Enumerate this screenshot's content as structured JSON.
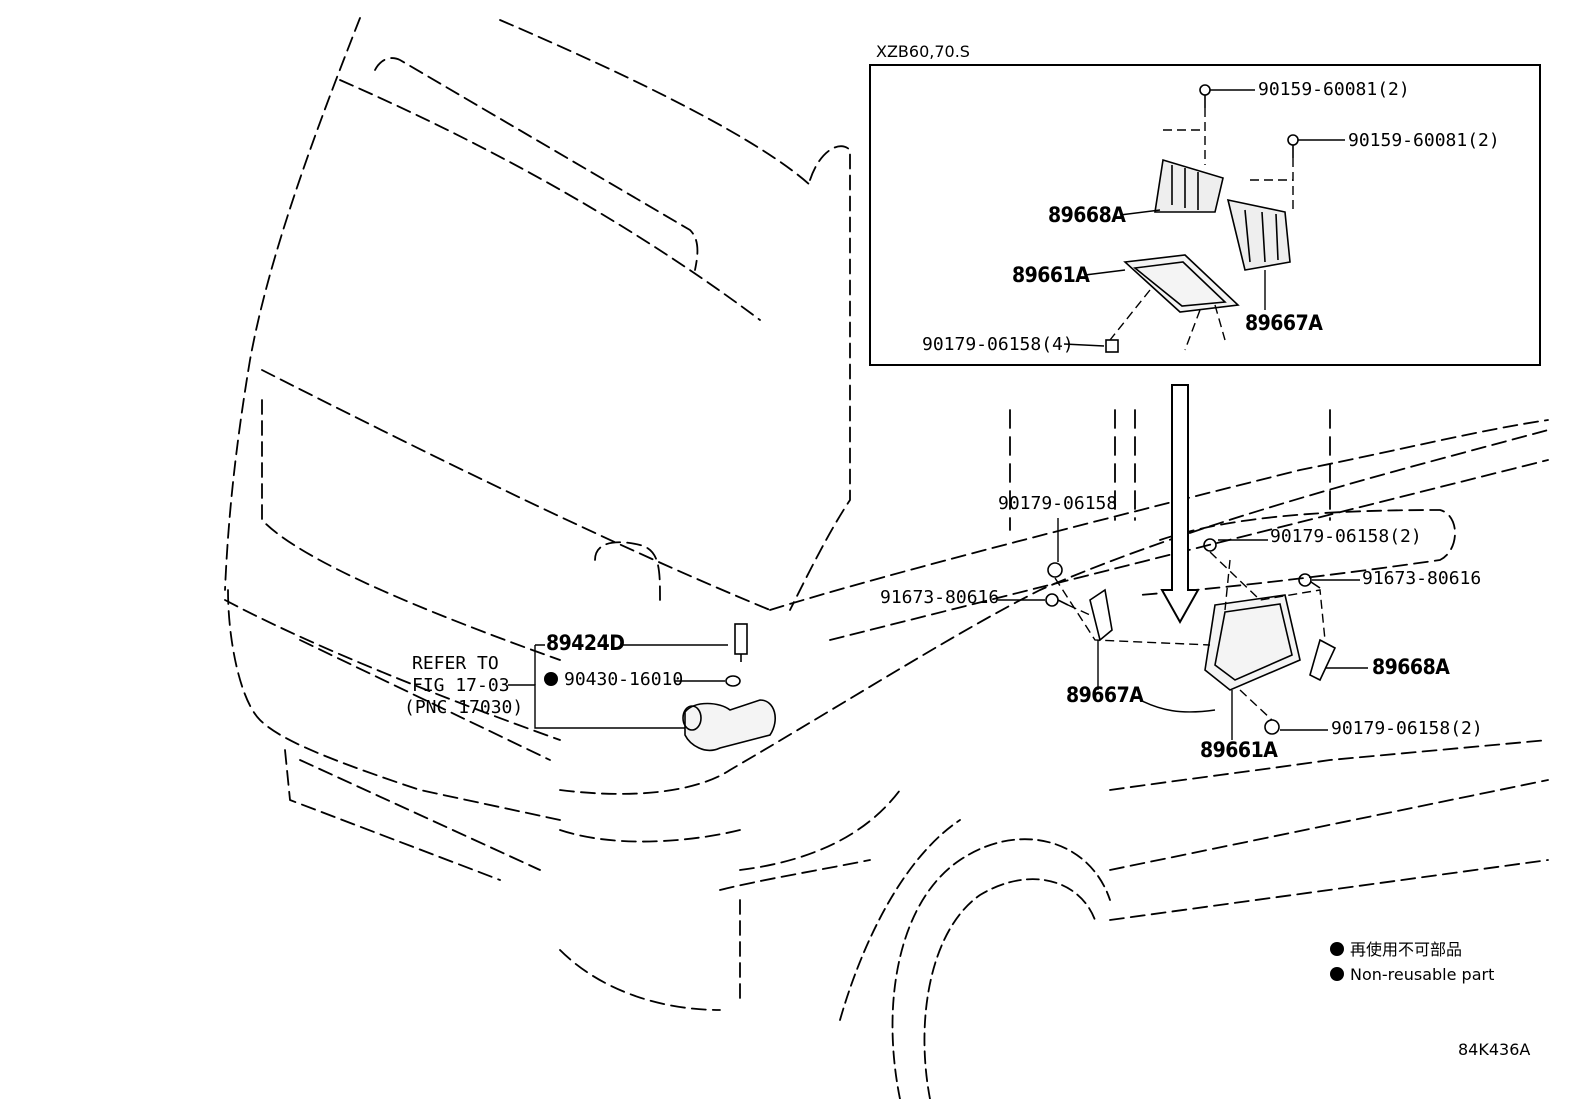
{
  "inset": {
    "title": "XZB60,70.S"
  },
  "callouts": {
    "c_90159_a": "90159-60081(2)",
    "c_90159_b": "90159-60081(2)",
    "c_89668A_inset": "89668A",
    "c_89661A_inset": "89661A",
    "c_89667A_inset": "89667A",
    "c_90179_inset": "90179-06158(4)",
    "c_90179_single": "90179-06158",
    "c_90179_right": "90179-06158(2)",
    "c_91673_left": "91673-80616",
    "c_91673_right": "91673-80616",
    "c_89424D": "89424D",
    "c_90430": "90430-16010",
    "c_89667A_main": "89667A",
    "c_89668A_main": "89668A",
    "c_90179_lower": "90179-06158(2)",
    "c_89661A_main": "89661A"
  },
  "refer": {
    "line1": "REFER TO",
    "line2": "FIG 17-03",
    "line3": "(PNC 17030)"
  },
  "legend": {
    "jp": "再使用不可部品",
    "en": "Non-reusable part"
  },
  "figure_code": "84K436A"
}
